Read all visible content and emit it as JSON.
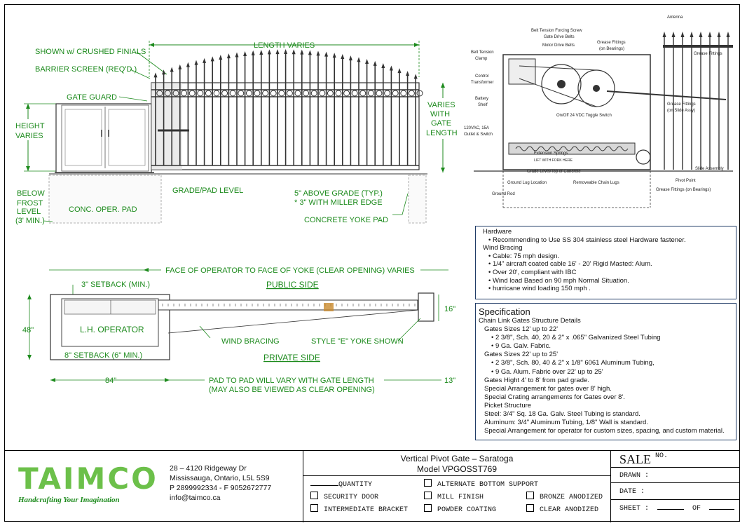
{
  "elevation": {
    "length_varies": "LENGTH VARIES",
    "crushed_finials": "SHOWN w/ CRUSHED FINIALS",
    "barrier_screen": "BARRIER SCREEN (REQ'D.)",
    "gate_guard": "GATE GUARD",
    "height_varies_1": "HEIGHT",
    "height_varies_2": "VARIES",
    "varies_1": "VARIES",
    "varies_2": "WITH",
    "varies_3": "GATE",
    "varies_4": "LENGTH",
    "grade_pad": "GRADE/PAD LEVEL",
    "below_1": "BELOW",
    "below_2": "FROST",
    "below_3": "LEVEL",
    "below_4": "(3' MIN.)",
    "conc_pad": "CONC. OPER. PAD",
    "above_grade_1": "5\" ABOVE GRADE (TYP.)",
    "above_grade_2": "* 3\" WITH MILLER EDGE",
    "yoke_pad": "CONCRETE YOKE PAD"
  },
  "plan": {
    "face_to_face": "FACE OF OPERATOR TO FACE OF YOKE (CLEAR OPENING) VARIES",
    "public_side": "PUBLIC SIDE",
    "setback_3": "3\" SETBACK (MIN.)",
    "dim_48": "48\"",
    "dim_16": "16\"",
    "operator": "L.H. OPERATOR",
    "wind_bracing": "WIND BRACING",
    "yoke": "STYLE \"E\" YOKE SHOWN",
    "setback_8": "8\" SETBACK (6\" MIN.)",
    "private_side": "PRIVATE SIDE",
    "dim_84": "84\"",
    "pad_to_pad_1": "PAD TO PAD WILL VARY WITH GATE LENGTH",
    "pad_to_pad_2": "(MAY ALSO BE VIEWED AS CLEAR OPENING)",
    "dim_13": "13\""
  },
  "detail": {
    "antenna": "Antenna",
    "belt_force_1": "Belt Tension Forcing Screw",
    "belt_force_2": "Gate Drive Belts",
    "motor_belts": "Motor Drive Belts",
    "grease_bearings_1": "Grease Fittings",
    "grease_bearings_2": "(on Bearings)",
    "grease_top": "Grease Fittings",
    "belt_clamp_1": "Belt Tension",
    "belt_clamp_2": "Clamp",
    "control_1": "Control",
    "control_2": "Transformer",
    "battery_1": "Battery",
    "battery_2": "Shelf",
    "toggle": "On/Off 24 VDC Toggle Switch",
    "grease_slide_1": "Grease Fittings",
    "grease_slide_2": "(on Slide Assy)",
    "outlet_1": "120VAC, 15A",
    "outlet_2": "Outlet & Switch",
    "springs": "Extension Springs",
    "fork": "LIFT WITH FORK HERE",
    "slide": "Slide Assembly",
    "grade_top": "Grade Level/Top of Concrete",
    "lug_location": "Ground Lug Location",
    "chain_lugs": "Removeable Chain Lugs",
    "pivot": "Pivot Point",
    "grease_bottom": "Grease Fittings (on Bearings)",
    "ground_rod": "Ground Rod"
  },
  "hardware": {
    "lines": [
      "Hardware",
      "•  Recommending to Use SS 304 stainless steel Hardware fastener.",
      "Wind Bracing",
      "•  Cable: 75 mph design.",
      "•  1/4\" aircraft coated cable 16' - 20' Rigid Masted: Alum.",
      "•  Over 20', compliant with IBC",
      "•  Wind load Based on 90 mph Normal Situation.",
      "•  hurricane wind loading 150 mph ."
    ]
  },
  "specification": {
    "title": "Specification",
    "lines": [
      "Chain Link Gates Structure Details",
      "Gates Sizes 12' up to 22'",
      "•  2 3/8\", Sch. 40, 20 & 2\" x .065\" Galvanized Steel Tubing",
      "•  9 Ga. Galv. Fabric.",
      "Gates Sizes 22' up to 25'",
      "•  2 3/8\", Sch. 80, 40 & 2\" x 1/8\" 6061 Aluminum Tubing,",
      "•  9 Ga. Alum. Fabric over 22' up to 25'",
      "Gates Hight 4' to 8' from pad grade.",
      "Special Arrangement for gates over 8' high.",
      "Special Crating arrangements for Gates over 8'.",
      "Picket Structure",
      "Steel: 3/4\" Sq. 18 Ga. Galv. Steel Tubing is standard.",
      "Aluminum: 3/4\" Aluminum Tubing, 1/8\" Wall is standard.",
      "Special Arrangement for operator for custom sizes, spacing, and custom material."
    ]
  },
  "title_block": {
    "logo": "TAIMCO",
    "tagline": "Handcrafting Your Imagination",
    "address_1": "28 – 4120 Ridgeway Dr",
    "address_2": "Mississauga, Ontario, L5L 5S9",
    "phone": "P 2899992334 - F 9052672777",
    "email": "info@taimco.ca",
    "title": "Vertical Pivot Gate – Saratoga",
    "model": "Model VPGOSST769",
    "quantity": "QUANTITY",
    "security_door": "SECURITY DOOR",
    "intermediate_bracket": "INTERMEDIATE BRACKET",
    "alternate_bottom": "ALTERNATE BOTTOM SUPPORT",
    "mill_finish": "MILL FINISH",
    "powder_coating": "POWDER COATING",
    "bronze_anodized": "BRONZE ANODIZED",
    "clear_anodized": "CLEAR ANODIZED",
    "sale": "SALE",
    "sale_no": "NO.",
    "drawn": "DRAWN :",
    "date": "DATE :",
    "sheet": "SHEET :",
    "of": "OF"
  },
  "colors": {
    "annotation_green": "#1c8a1c",
    "logo_green": "#6cc04a",
    "logo_blue": "#1f5fbf",
    "box_border": "#1f3b66"
  }
}
